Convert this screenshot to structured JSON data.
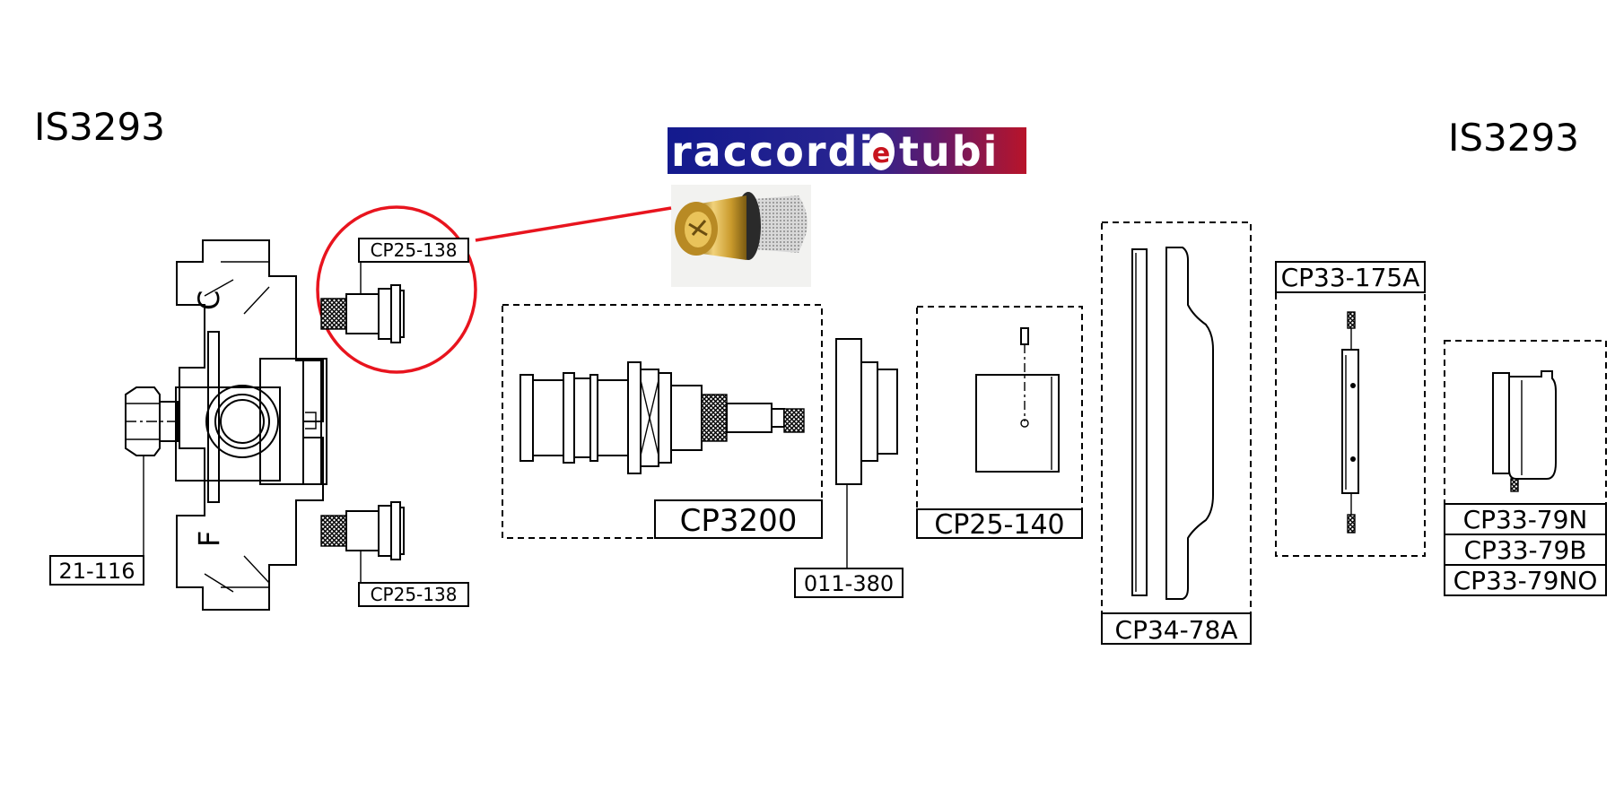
{
  "title_left": "IS3293",
  "title_right": "IS3293",
  "logo": {
    "word1": "raccordi",
    "connector": "e",
    "word2": "tubi"
  },
  "body_marks": {
    "hot": "C",
    "cold": "F"
  },
  "parts": {
    "fitting": "21-116",
    "check_valve_top": "CP25-138",
    "check_valve_bottom": "CP25-138",
    "cartridge": "CP3200",
    "ring": "011-380",
    "handle": "CP25-140",
    "plate": "CP34-78A",
    "screws": "CP33-175A",
    "cap_n": "CP33-79N",
    "cap_b": "CP33-79B",
    "cap_no": "CP33-79NO"
  },
  "colors": {
    "highlight": "#e8141e",
    "logo_blue": "#1a1f9a",
    "logo_red": "#c8141e",
    "brass": "#c9a233"
  }
}
